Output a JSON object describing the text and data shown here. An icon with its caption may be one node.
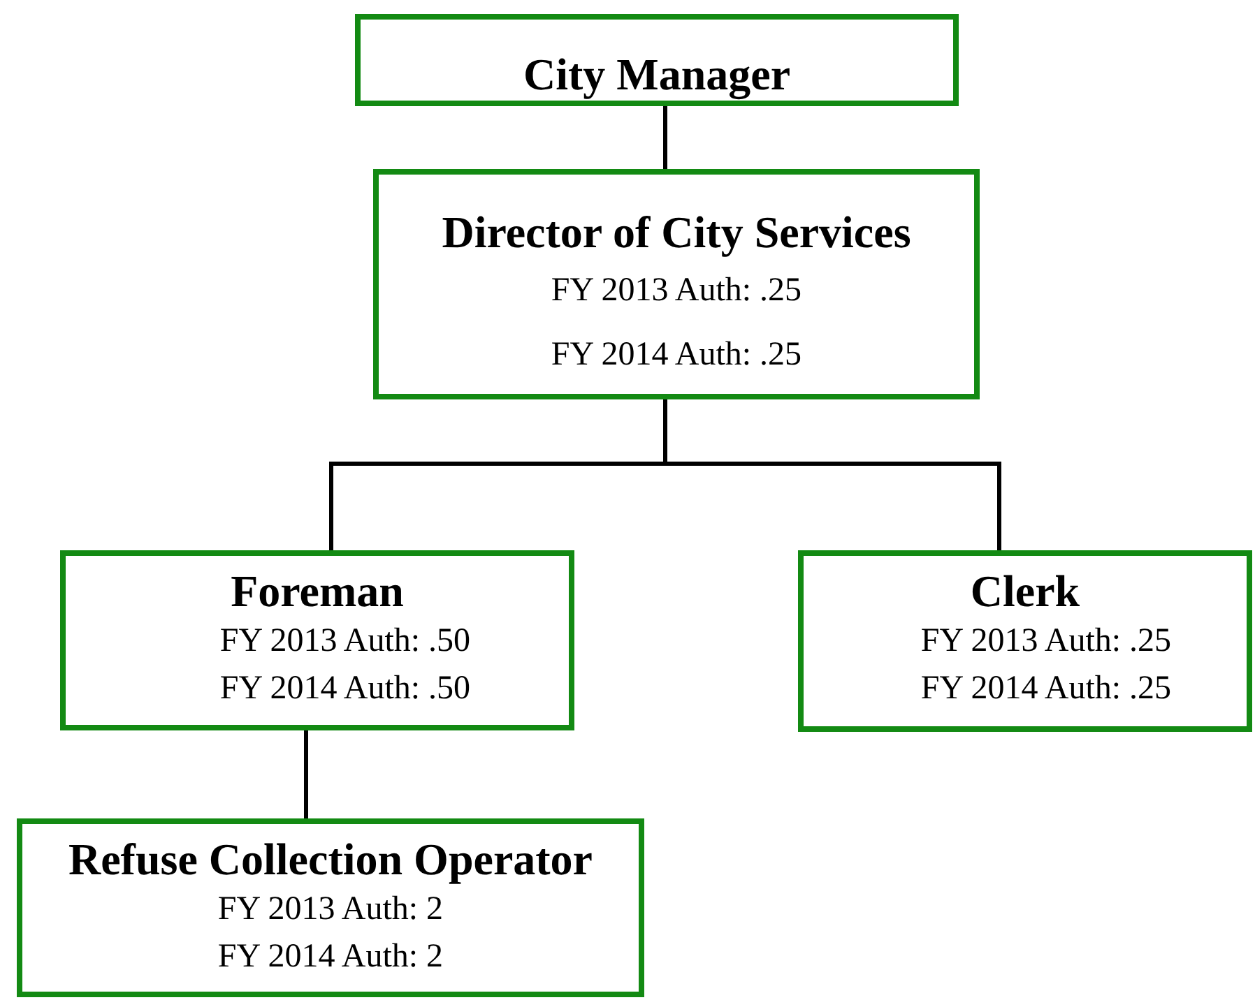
{
  "diagram": {
    "nodes": [
      {
        "text": [
          "City Manager"
        ]
      },
      {
        "text": [
          "Director of City Services",
          "FY 2013 Auth: .25",
          "FY 2014 Auth: .25"
        ]
      },
      {
        "text": [
          "Foreman",
          "FY 2013 Auth: .50",
          "FY 2014 Auth: .50"
        ]
      },
      {
        "text": [
          "Clerk",
          "FY 2013 Auth: .25",
          "FY 2014 Auth: .25"
        ]
      },
      {
        "text": [
          "Refuse Collection Operator",
          "FY 2013 Auth: 2",
          "FY 2014 Auth: 2"
        ]
      }
    ],
    "edges": [
      {
        "from": 0,
        "to": 1,
        "arrow": "none"
      },
      {
        "from": 1,
        "to": 2,
        "arrow": "none"
      },
      {
        "from": 1,
        "to": 3,
        "arrow": "none"
      },
      {
        "from": 2,
        "to": 4,
        "arrow": "none"
      }
    ]
  }
}
